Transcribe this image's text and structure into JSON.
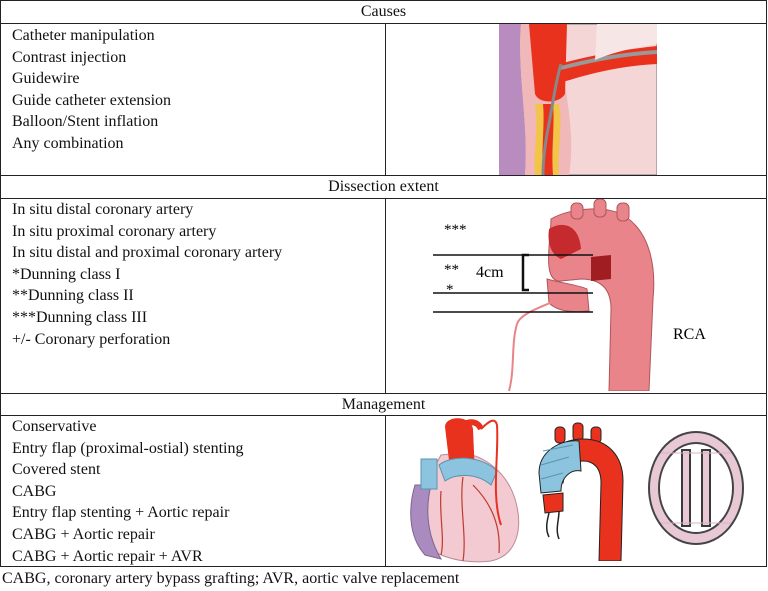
{
  "sections": {
    "causes": {
      "title": "Causes",
      "items": [
        "Catheter manipulation",
        "Contrast injection",
        "Guidewire",
        "Guide catheter extension",
        "Balloon/Stent inflation",
        "Any combination"
      ]
    },
    "extent": {
      "title": "Dissection extent",
      "items": [
        "In situ distal coronary artery",
        "In situ proximal coronary artery",
        "In situ distal and proximal coronary artery",
        "*Dunning class I",
        "**Dunning class II",
        "***Dunning class III",
        "+/- Coronary perforation"
      ],
      "labels": {
        "class3": "***",
        "class2": "**",
        "class1": "*",
        "length": "4cm",
        "vessel": "RCA"
      }
    },
    "management": {
      "title": "Management",
      "items": [
        "Conservative",
        "Entry flap (proximal-ostial) stenting",
        "Covered stent",
        "CABG",
        "Entry flap stenting + Aortic repair",
        "CABG + Aortic repair",
        "CABG + Aortic repair + AVR"
      ]
    }
  },
  "footnote": "CABG, coronary artery bypass grafting; AVR, aortic valve replacement",
  "colors": {
    "border": "#222222",
    "aorta": "#e8848a",
    "artery_red": "#e8321e",
    "plaque_yellow": "#f2c447",
    "graft_blue": "#8cc4e0",
    "heart_pink": "#f3c9d2",
    "valve_ring": "#e9c8d6",
    "valve_dark": "#3a3a3a"
  }
}
